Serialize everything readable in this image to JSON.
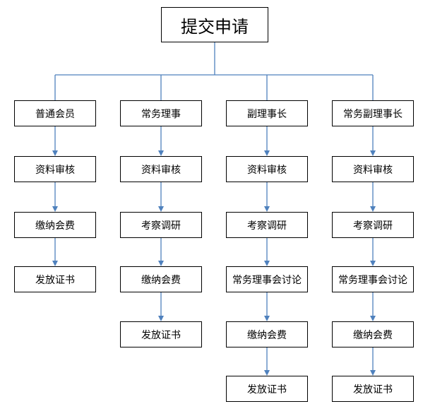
{
  "root": {
    "label": "提交申请"
  },
  "columns": [
    {
      "title": "普通会员",
      "steps": [
        "资料审核",
        "缴纳会费",
        "发放证书"
      ]
    },
    {
      "title": "常务理事",
      "steps": [
        "资料审核",
        "考察调研",
        "缴纳会费",
        "发放证书"
      ]
    },
    {
      "title": "副理事长",
      "steps": [
        "资料审核",
        "考察调研",
        "常务理事会讨论",
        "缴纳会费",
        "发放证书"
      ]
    },
    {
      "title": "常务副理事长",
      "steps": [
        "资料审核",
        "考察调研",
        "常务理事会讨论",
        "缴纳会费",
        "发放证书"
      ]
    }
  ],
  "colors": {
    "connector": "#4f81bd",
    "border": "#000000"
  }
}
